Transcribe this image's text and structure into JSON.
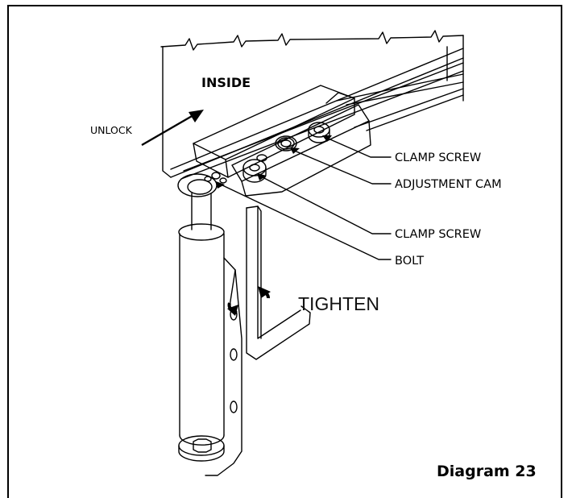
{
  "labels": {
    "inside": "INSIDE",
    "unlock": "UNLOCK",
    "clamp_screw_top": "CLAMP SCREW",
    "adjustment_cam": "ADJUSTMENT CAM",
    "clamp_screw_bottom": "CLAMP SCREW",
    "bolt": "BOLT",
    "tighten": "TIGHTEN"
  },
  "caption": "Diagram 23"
}
